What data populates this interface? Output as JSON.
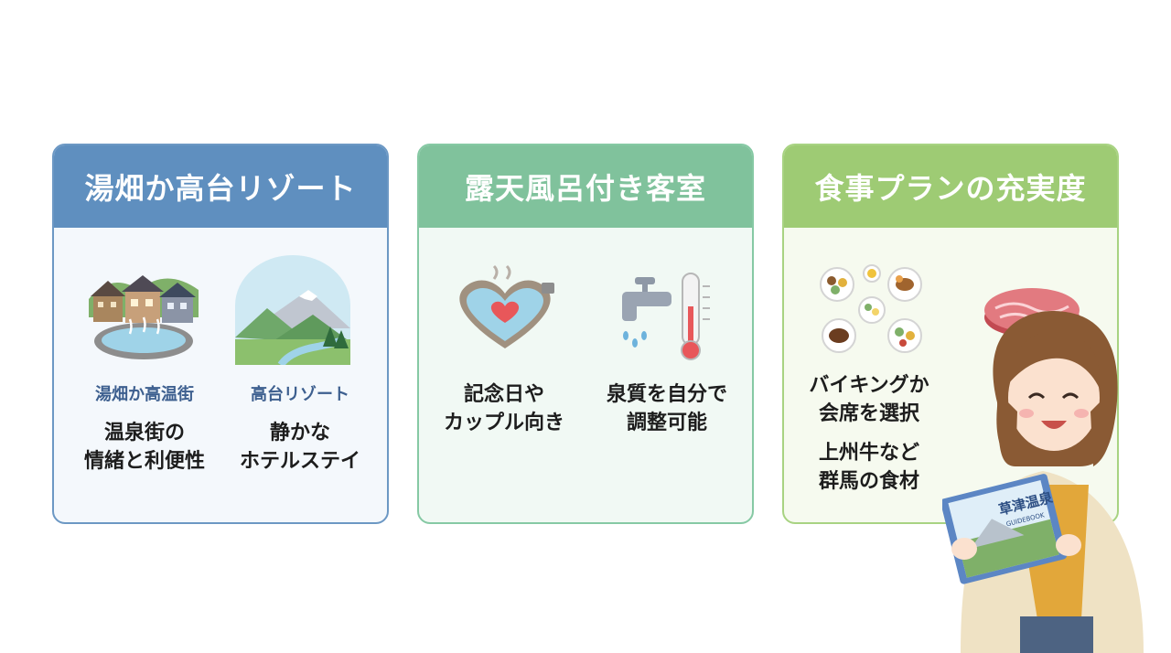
{
  "cards": [
    {
      "title": "湯畑か高台リゾート",
      "items": [
        {
          "sublabel": "湯畑か高温街",
          "desc1": "温泉街の",
          "desc2": "情緒と利便性",
          "icon": "onsen-town-icon"
        },
        {
          "sublabel": "高台リゾート",
          "desc1": "静かな",
          "desc2": "ホテルステイ",
          "icon": "mountain-landscape-icon"
        }
      ]
    },
    {
      "title": "露天風呂付き客室",
      "items": [
        {
          "desc1": "記念日や",
          "desc2": "カップル向き",
          "icon": "heart-bath-icon"
        },
        {
          "desc1": "泉質を自分で",
          "desc2": "調整可能",
          "icon": "faucet-thermometer-icon"
        }
      ]
    },
    {
      "title": "食事プランの充実度",
      "items": [
        {
          "desc1": "バイキングか",
          "desc2": "会席を選択",
          "icon": "buffet-plates-icon"
        },
        {
          "desc1": "上州牛など",
          "desc2": "群馬の食材",
          "icon": "wagyu-steak-icon"
        }
      ]
    }
  ],
  "guidebook": {
    "title": "草津温泉",
    "subtitle": "GUIDEBOOK"
  },
  "colors": {
    "blue": "#5f8fbf",
    "green": "#80c29c",
    "lime": "#9ecb74"
  }
}
